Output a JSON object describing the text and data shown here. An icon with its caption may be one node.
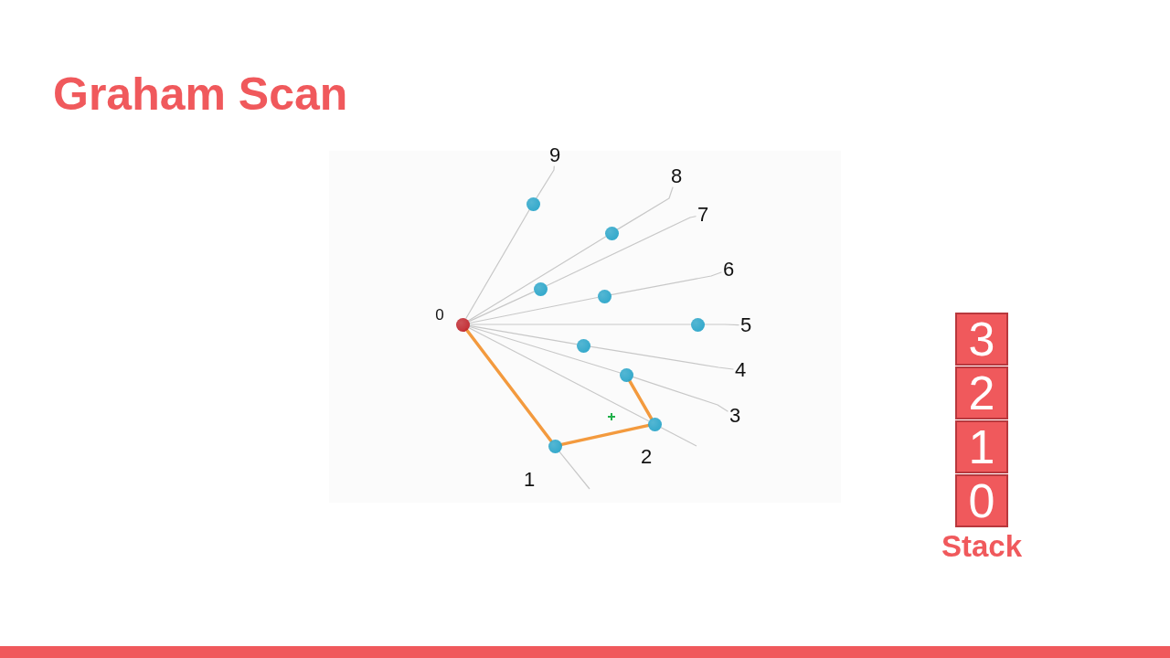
{
  "diagram": {
    "title": "Graham Scan",
    "nodes": [
      {
        "text": [],
        "shape": "circle",
        "beside": [
          "0"
        ]
      },
      {
        "text": [],
        "shape": "circle",
        "beside": [
          "1"
        ]
      },
      {
        "text": [],
        "shape": "circle",
        "beside": [
          "2"
        ]
      },
      {
        "text": [],
        "shape": "circle"
      },
      {
        "text": [],
        "shape": "circle"
      },
      {
        "text": [],
        "shape": "circle"
      },
      {
        "text": [],
        "shape": "circle"
      },
      {
        "text": [],
        "shape": "circle"
      },
      {
        "text": [],
        "shape": "circle"
      },
      {
        "text": [],
        "shape": "circle"
      },
      {
        "text": [
          "3"
        ]
      },
      {
        "text": [
          "4"
        ]
      },
      {
        "text": [
          "5"
        ]
      },
      {
        "text": [
          "6"
        ]
      },
      {
        "text": [
          "7"
        ]
      },
      {
        "text": [
          "8"
        ]
      },
      {
        "text": [
          "9"
        ]
      },
      {
        "text": [
          "3"
        ]
      },
      {
        "text": [
          "2"
        ]
      },
      {
        "text": [
          "1"
        ]
      },
      {
        "text": [
          "0"
        ]
      }
    ],
    "edges": [
      {
        "from": 0,
        "to": 1,
        "arrow": "none",
        "style": "thick",
        "color": "#f39a3e"
      },
      {
        "from": 1,
        "to": 2,
        "arrow": "none",
        "style": "thick",
        "color": "#f39a3e"
      },
      {
        "from": 2,
        "to": 3,
        "arrow": "none",
        "style": "thick",
        "color": "#f39a3e"
      },
      {
        "from": 0,
        "to": 2,
        "arrow": "none"
      },
      {
        "from": 0,
        "to": 3,
        "arrow": "none"
      },
      {
        "from": 0,
        "to": 4,
        "arrow": "none"
      },
      {
        "from": 0,
        "to": 5,
        "arrow": "none"
      },
      {
        "from": 0,
        "to": 6,
        "arrow": "none"
      },
      {
        "from": 0,
        "to": 7,
        "arrow": "none"
      },
      {
        "from": 0,
        "to": 8,
        "arrow": "none"
      },
      {
        "from": 0,
        "to": 9,
        "arrow": "none"
      },
      {
        "from": 3,
        "to": 10,
        "arrow": "none"
      },
      {
        "from": 4,
        "to": 11,
        "arrow": "none"
      },
      {
        "from": 5,
        "to": 12,
        "arrow": "none"
      },
      {
        "from": 6,
        "to": 13,
        "arrow": "none"
      },
      {
        "from": 7,
        "to": 14,
        "arrow": "none"
      },
      {
        "from": 8,
        "to": 15,
        "arrow": "none"
      },
      {
        "from": 9,
        "to": 16,
        "arrow": "none"
      }
    ],
    "labels": [
      "Stack"
    ]
  }
}
